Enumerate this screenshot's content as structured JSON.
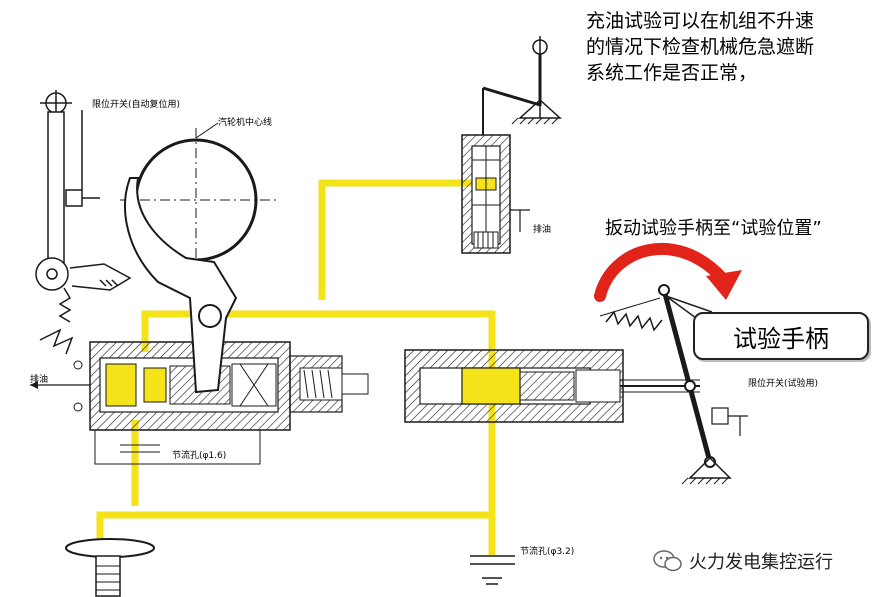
{
  "note": [
    "充油试验可以在机组不升速",
    "的情况下检查机械危急遮断",
    "系统工作是否正常，"
  ],
  "action_label": "扳动试验手柄至“试验位置”",
  "handle_label": "试验手柄",
  "labels": {
    "limit_switch_auto": "限位开关(自动复位用)",
    "turbine_centerline": "汽轮机中心线",
    "drain_left": "排油",
    "drain_top": "排油",
    "orifice_small": "节流孔(φ1.6)",
    "limit_switch_test": "限位开关(试验用)",
    "orifice_large": "节流孔(φ3.2)"
  },
  "watermark": "火力发电集控运行",
  "colors": {
    "oil": "#f5e31a",
    "arrow": "#e2231a",
    "line": "#1a1a1a"
  }
}
